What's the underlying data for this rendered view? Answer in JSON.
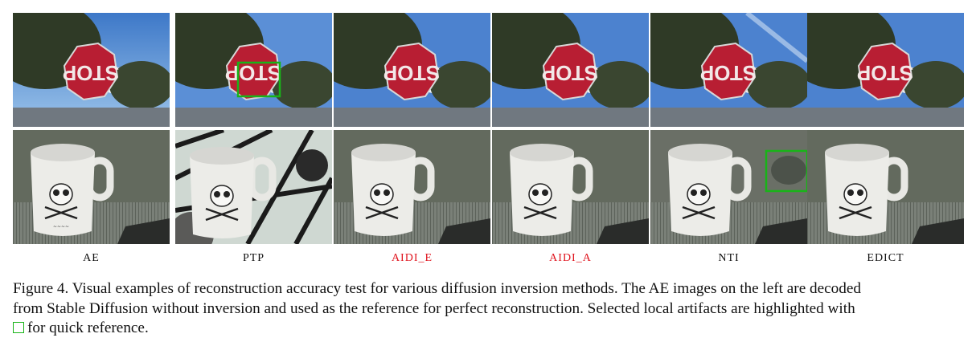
{
  "figure": {
    "columns": [
      {
        "label": "AE",
        "highlight": false
      },
      {
        "label": "PTP",
        "highlight": false
      },
      {
        "label": "AIDI_E",
        "highlight": true
      },
      {
        "label": "AIDI_A",
        "highlight": true
      },
      {
        "label": "NTI",
        "highlight": false
      },
      {
        "label": "EDICT",
        "highlight": false
      }
    ],
    "rows": [
      {
        "subject": "stop-sign"
      },
      {
        "subject": "skull-mug"
      }
    ],
    "highlight_color": "#e0151f",
    "artifact_box_color": "#18b418"
  },
  "caption": {
    "line1": "Figure 4. Visual examples of reconstruction accuracy test for various diffusion inversion methods. The AE images on the left are decoded",
    "line2": "from Stable Diffusion without inversion and used as the reference for perfect reconstruction. Selected local artifacts are highlighted with",
    "line3_suffix": "for quick reference."
  }
}
